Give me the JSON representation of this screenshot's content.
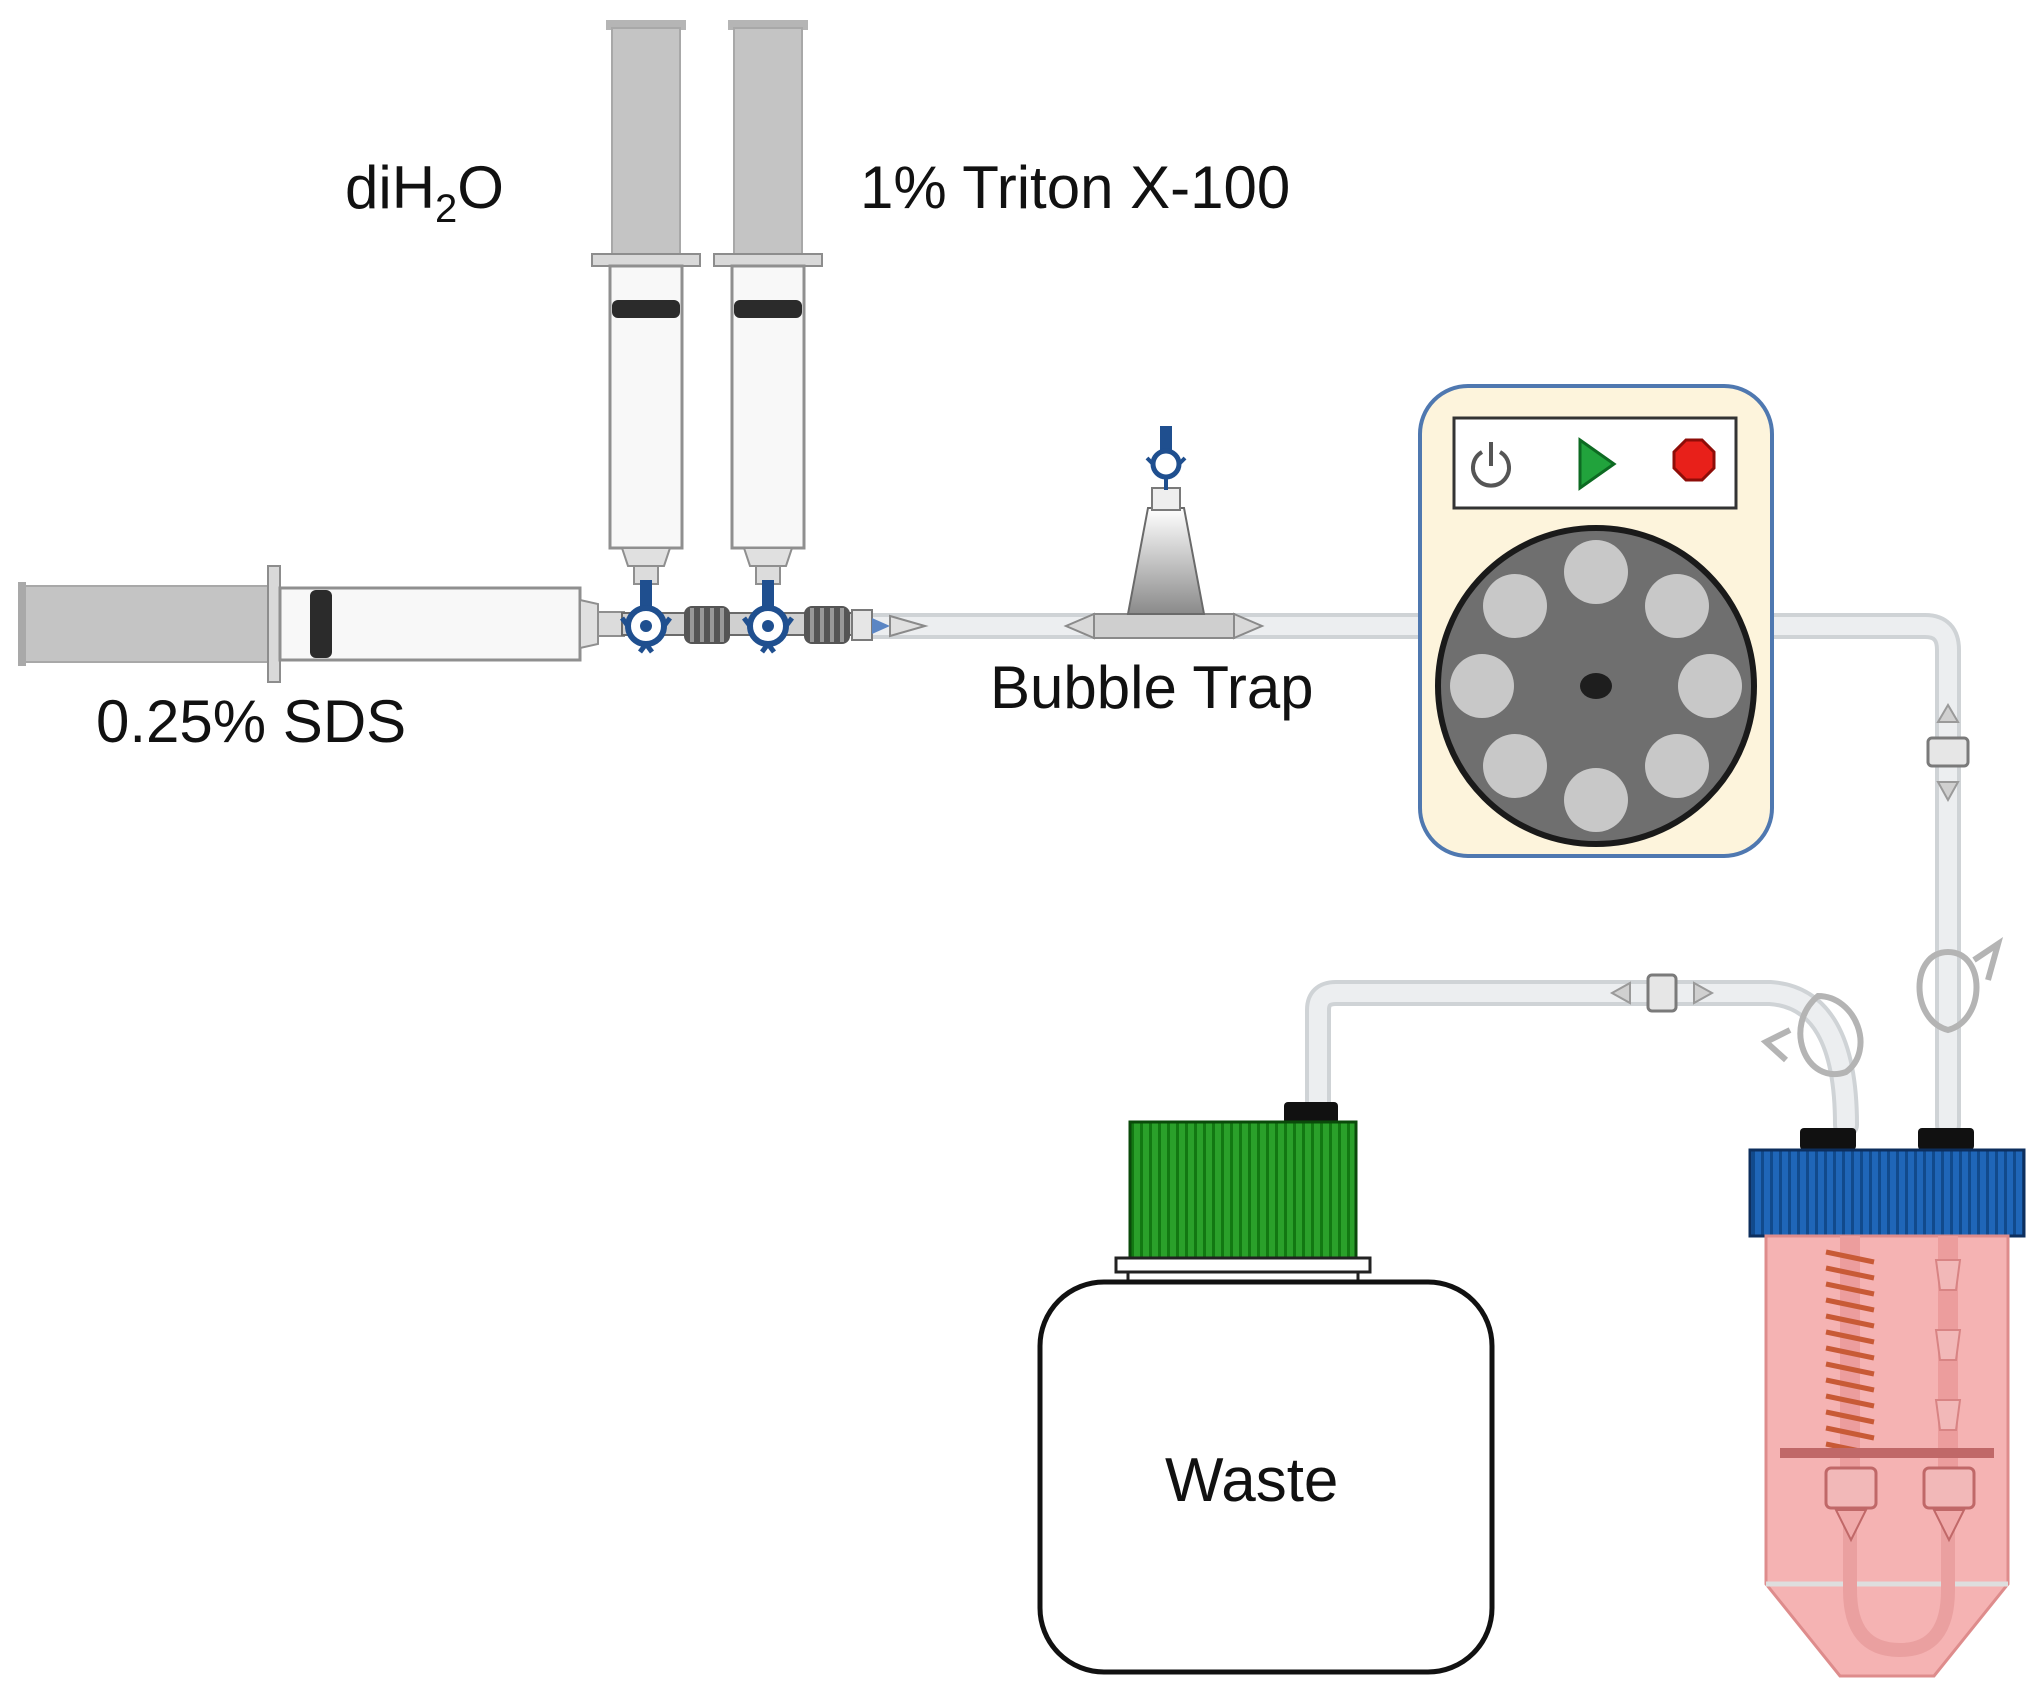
{
  "labels": {
    "sds": "0.25% SDS",
    "water_prefix": "diH",
    "water_sub": "2",
    "water_suffix": "O",
    "triton": "1% Triton X-100",
    "bubble_trap": "Bubble Trap",
    "waste": "Waste"
  },
  "icons": {
    "pump_power": "power-icon",
    "pump_play": "play-icon",
    "pump_stop": "stop-octagon-icon"
  },
  "colors": {
    "tubing": "#e6e8ea",
    "pump_body": "#fdf4dc",
    "pump_border": "#4f78b0",
    "rotor": "#6f6f6f",
    "roller": "#c8c8c8",
    "play": "#21a33c",
    "stop": "#e8201a",
    "valve_blue": "#1f4f8f",
    "waste_cap": "#2aa02a",
    "bioreactor_cap": "#1f66b8",
    "bioreactor_fluid": "#f5b3b3",
    "spring": "#d2643c"
  }
}
